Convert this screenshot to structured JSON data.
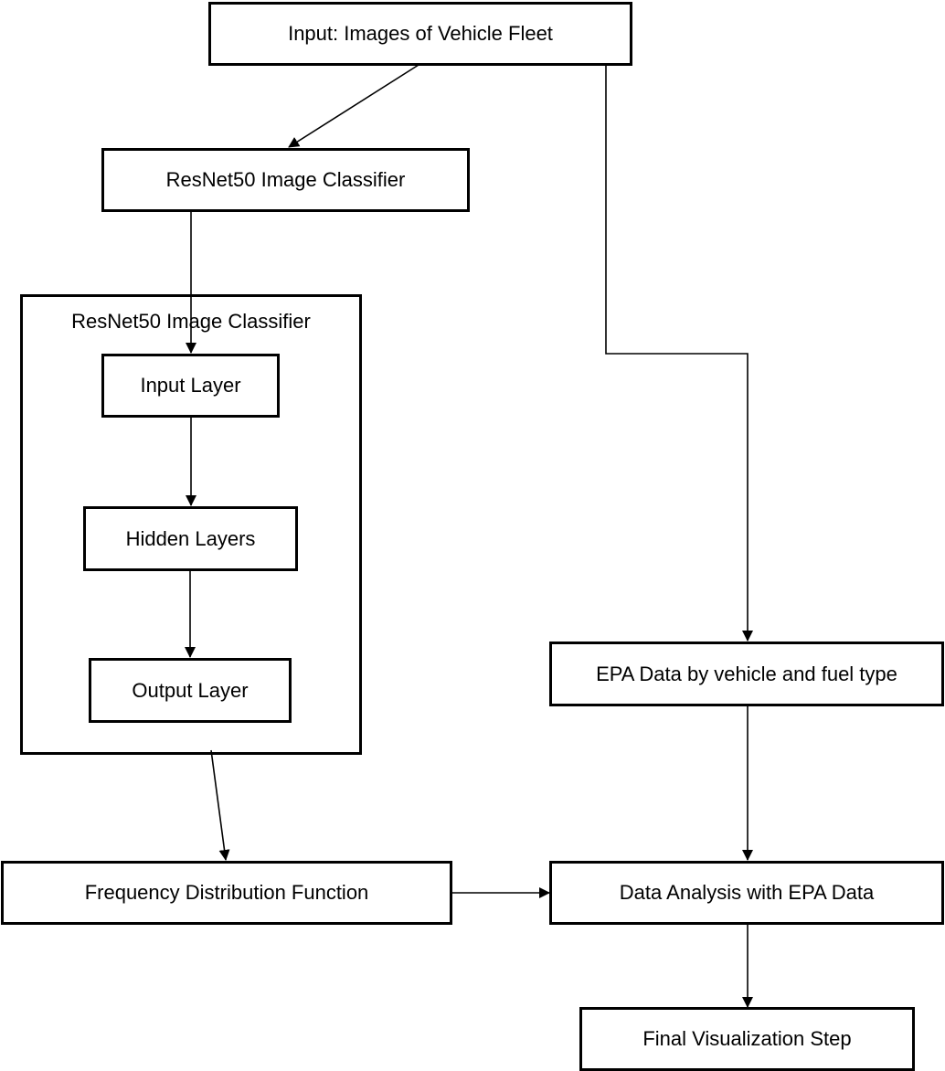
{
  "nodes": {
    "input_images": "Input: Images of Vehicle Fleet",
    "classifier": "ResNet50 Image Classifier",
    "classifier_group": "ResNet50 Image Classifier",
    "input_layer": "Input Layer",
    "hidden_layers": "Hidden Layers",
    "output_layer": "Output Layer",
    "epa_data": "EPA Data by vehicle and fuel type",
    "frequency_function": "Frequency Distribution Function",
    "data_analysis": "Data Analysis with EPA Data",
    "final_visualization": "Final Visualization Step"
  },
  "colors": {
    "stroke": "#000000",
    "background": "#ffffff"
  }
}
